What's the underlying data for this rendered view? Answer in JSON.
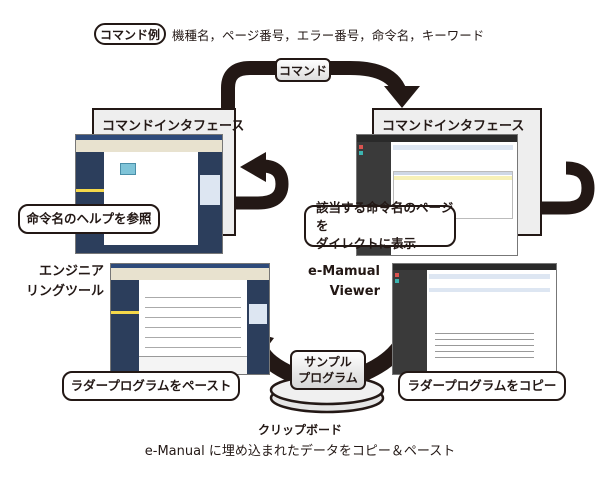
{
  "header": {
    "example_badge": "コマンド例",
    "example_list": "機種名，ページ番号，エラー番号，命令名，キーワード"
  },
  "flow": {
    "command_label": "コマンド"
  },
  "left_panel": {
    "title": "コマンドインタフェース",
    "callout": "命令名のヘルプを参照"
  },
  "right_panel": {
    "title": "コマンドインタフェース",
    "callout_line1": "該当する命令名のページを",
    "callout_line2": "ダイレクトに表示"
  },
  "engineering_tool": {
    "label_line1": "エンジニア",
    "label_line2": "リングツール",
    "callout": "ラダープログラムをペースト"
  },
  "viewer": {
    "label_line1": "e-Mamual",
    "label_line2": "Viewer",
    "callout": "ラダープログラムをコピー"
  },
  "clipboard": {
    "sample_line1": "サンプル",
    "sample_line2": "プログラム",
    "label": "クリップボード"
  },
  "caption": "e-Manual に埋め込まれたデータをコピー＆ペースト",
  "colors": {
    "ink": "#231815",
    "panel_bg": "#eeeeee",
    "tool_dark": "#2c3e5c",
    "viewer_dark": "#3a3a3a"
  }
}
